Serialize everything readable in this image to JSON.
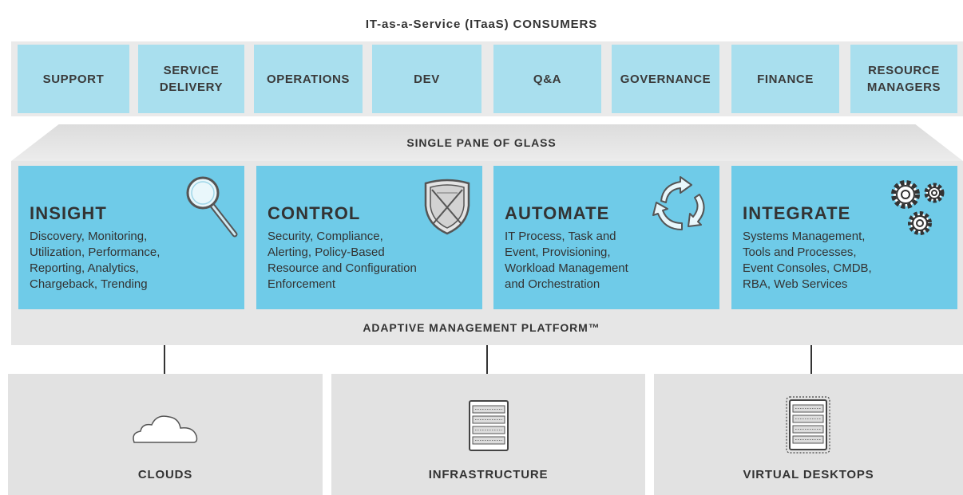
{
  "header": {
    "title": "IT-as-a-Service (ITaaS) CONSUMERS"
  },
  "consumers": [
    {
      "line1": "SUPPORT",
      "line2": ""
    },
    {
      "line1": "SERVICE",
      "line2": "DELIVERY"
    },
    {
      "line1": "OPERATIONS",
      "line2": ""
    },
    {
      "line1": "DEV",
      "line2": ""
    },
    {
      "line1": "Q&A",
      "line2": ""
    },
    {
      "line1": "GOVERNANCE",
      "line2": ""
    },
    {
      "line1": "FINANCE",
      "line2": ""
    },
    {
      "line1": "RESOURCE",
      "line2": "MANAGERS"
    }
  ],
  "glass": {
    "label": "SINGLE PANE OF GLASS"
  },
  "pillars": [
    {
      "title": "INSIGHT",
      "icon": "magnifier-icon",
      "lines": [
        "Discovery, Monitoring,",
        "Utilization, Performance,",
        "Reporting, Analytics,",
        "Chargeback, Trending"
      ]
    },
    {
      "title": "CONTROL",
      "icon": "shield-icon",
      "lines": [
        "Security, Compliance,",
        "Alerting, Policy-Based",
        "Resource and Configuration",
        "Enforcement"
      ]
    },
    {
      "title": "AUTOMATE",
      "icon": "cycle-arrows-icon",
      "lines": [
        "IT Process, Task and",
        "Event, Provisioning,",
        "Workload Management",
        "and Orchestration"
      ]
    },
    {
      "title": "INTEGRATE",
      "icon": "gears-icon",
      "lines": [
        "Systems Management,",
        "Tools and Processes,",
        "Event Consoles, CMDB,",
        "RBA, Web Services"
      ]
    }
  ],
  "platform": {
    "label": "ADAPTIVE MANAGEMENT PLATFORM™"
  },
  "resources": [
    {
      "label": "CLOUDS",
      "icon": "cloud-icon"
    },
    {
      "label": "INFRASTRUCTURE",
      "icon": "server-icon"
    },
    {
      "label": "VIRTUAL DESKTOPS",
      "icon": "virtual-server-icon"
    }
  ],
  "colors": {
    "consumer_box": "#a9dfee",
    "pillar_box": "#6fcbe8",
    "panel_gray": "#e6e6e6",
    "text_dark": "#333333"
  }
}
